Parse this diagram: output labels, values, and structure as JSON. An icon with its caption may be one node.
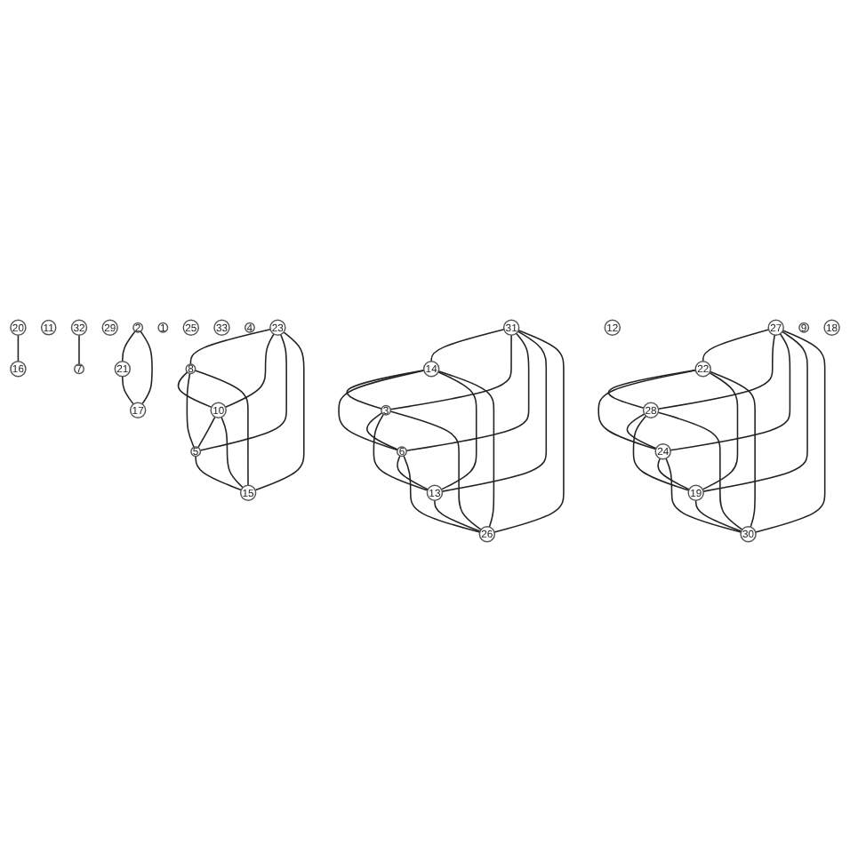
{
  "diagram": {
    "nodes": [
      {
        "text": [
          "20"
        ]
      },
      {
        "text": [
          "16"
        ]
      },
      {
        "text": [
          "11"
        ]
      },
      {
        "text": [
          "23"
        ]
      },
      {
        "text": [
          "8"
        ]
      },
      {
        "text": [
          "29"
        ]
      },
      {
        "text": [
          "10"
        ]
      },
      {
        "text": [
          "5"
        ]
      },
      {
        "text": [
          "15"
        ]
      },
      {
        "text": [
          "14"
        ]
      },
      {
        "text": [
          "31"
        ]
      },
      {
        "text": [
          "3"
        ]
      },
      {
        "text": [
          "6"
        ]
      },
      {
        "text": [
          "13"
        ]
      },
      {
        "text": [
          "26"
        ]
      },
      {
        "text": [
          "1"
        ]
      },
      {
        "text": [
          "25"
        ]
      },
      {
        "text": [
          "33"
        ]
      },
      {
        "text": [
          "4"
        ]
      },
      {
        "text": [
          "7"
        ]
      },
      {
        "text": [
          "32"
        ]
      },
      {
        "text": [
          "2"
        ]
      },
      {
        "text": [
          "12"
        ]
      },
      {
        "text": [
          "21"
        ]
      },
      {
        "text": [
          "17"
        ]
      },
      {
        "text": [
          "27"
        ]
      },
      {
        "text": [
          "22"
        ]
      },
      {
        "text": [
          "28"
        ]
      },
      {
        "text": [
          "24"
        ]
      },
      {
        "text": [
          "19"
        ]
      },
      {
        "text": [
          "30"
        ]
      },
      {
        "text": [
          "9"
        ]
      },
      {
        "text": [
          "18"
        ]
      }
    ],
    "edges": [
      {
        "from": 0,
        "to": 1,
        "arrow": "none"
      },
      {
        "from": 3,
        "to": 4,
        "arrow": "none"
      },
      {
        "from": 3,
        "to": 6,
        "arrow": "none"
      },
      {
        "from": 3,
        "to": 7,
        "arrow": "none"
      },
      {
        "from": 3,
        "to": 8,
        "arrow": "none"
      },
      {
        "from": 4,
        "to": 6,
        "arrow": "none"
      },
      {
        "from": 4,
        "to": 7,
        "arrow": "none"
      },
      {
        "from": 4,
        "to": 8,
        "arrow": "none"
      },
      {
        "from": 6,
        "to": 7,
        "arrow": "none"
      },
      {
        "from": 6,
        "to": 8,
        "arrow": "none"
      },
      {
        "from": 7,
        "to": 8,
        "arrow": "none"
      },
      {
        "from": 10,
        "to": 9,
        "arrow": "none"
      },
      {
        "from": 10,
        "to": 11,
        "arrow": "none"
      },
      {
        "from": 10,
        "to": 12,
        "arrow": "none"
      },
      {
        "from": 10,
        "to": 13,
        "arrow": "none"
      },
      {
        "from": 10,
        "to": 14,
        "arrow": "none"
      },
      {
        "from": 9,
        "to": 11,
        "arrow": "none"
      },
      {
        "from": 9,
        "to": 12,
        "arrow": "none"
      },
      {
        "from": 9,
        "to": 13,
        "arrow": "none"
      },
      {
        "from": 9,
        "to": 14,
        "arrow": "none"
      },
      {
        "from": 11,
        "to": 12,
        "arrow": "none"
      },
      {
        "from": 11,
        "to": 13,
        "arrow": "none"
      },
      {
        "from": 11,
        "to": 14,
        "arrow": "none"
      },
      {
        "from": 12,
        "to": 13,
        "arrow": "none"
      },
      {
        "from": 12,
        "to": 14,
        "arrow": "none"
      },
      {
        "from": 13,
        "to": 14,
        "arrow": "none"
      },
      {
        "from": 20,
        "to": 19,
        "arrow": "none"
      },
      {
        "from": 21,
        "to": 23,
        "arrow": "none"
      },
      {
        "from": 21,
        "to": 24,
        "arrow": "none"
      },
      {
        "from": 23,
        "to": 24,
        "arrow": "none"
      },
      {
        "from": 25,
        "to": 26,
        "arrow": "none"
      },
      {
        "from": 25,
        "to": 27,
        "arrow": "none"
      },
      {
        "from": 25,
        "to": 28,
        "arrow": "none"
      },
      {
        "from": 25,
        "to": 29,
        "arrow": "none"
      },
      {
        "from": 25,
        "to": 30,
        "arrow": "none"
      },
      {
        "from": 26,
        "to": 27,
        "arrow": "none"
      },
      {
        "from": 26,
        "to": 28,
        "arrow": "none"
      },
      {
        "from": 26,
        "to": 29,
        "arrow": "none"
      },
      {
        "from": 26,
        "to": 30,
        "arrow": "none"
      },
      {
        "from": 27,
        "to": 28,
        "arrow": "none"
      },
      {
        "from": 27,
        "to": 29,
        "arrow": "none"
      },
      {
        "from": 27,
        "to": 30,
        "arrow": "none"
      },
      {
        "from": 28,
        "to": 29,
        "arrow": "none"
      },
      {
        "from": 28,
        "to": 30,
        "arrow": "none"
      },
      {
        "from": 29,
        "to": 30,
        "arrow": "none"
      }
    ]
  }
}
